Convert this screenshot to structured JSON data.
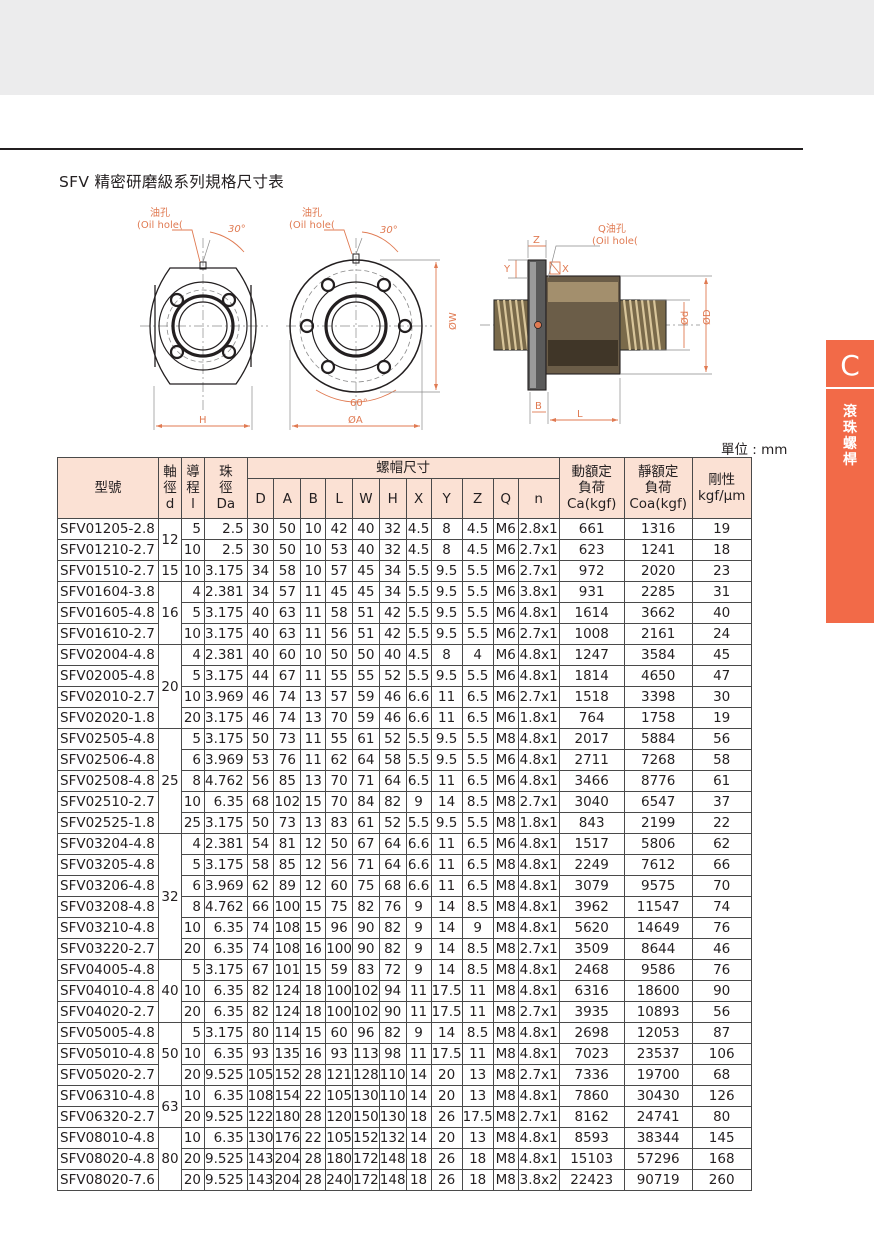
{
  "page": {
    "title": "SFV 精密研磨級系列規格尺寸表",
    "unit_label": "單位 : mm",
    "side_tab": {
      "letter": "C",
      "label_chars": [
        "滾",
        "珠",
        "螺",
        "桿"
      ]
    }
  },
  "drawing": {
    "left_view": {
      "oil_hole_label_cn": "油孔",
      "oil_hole_label_en": "(Oil hole(",
      "angle": "30°",
      "dim_h": "H"
    },
    "mid_view": {
      "oil_hole_label_cn": "油孔",
      "oil_hole_label_en": "(Oil hole(",
      "angle_top": "30°",
      "angle_bottom": "60°",
      "dim_a": "ØA",
      "dim_w": "ØW"
    },
    "side_view": {
      "q_label": "Q油孔",
      "oil_hole_label_en": "(Oil hole(",
      "dim_z": "Z",
      "dim_y": "Y",
      "dim_x": "X",
      "dim_b": "B",
      "dim_l": "L",
      "dim_d_small": "Ød",
      "dim_d_big": "ØD"
    }
  },
  "table": {
    "headers": {
      "model": "型號",
      "shaft": [
        "軸",
        "徑",
        "d"
      ],
      "lead": [
        "導",
        "程",
        "l"
      ],
      "ball": [
        "珠",
        "徑",
        "Da"
      ],
      "nut_dims": "螺帽尺寸",
      "dyn": [
        "動額定",
        "負荷",
        "Ca(kgf)"
      ],
      "stat": [
        "靜額定",
        "負荷",
        "Coa(kgf)"
      ],
      "rigid": [
        "剛性",
        "kgf/μm"
      ],
      "sub": [
        "D",
        "A",
        "B",
        "L",
        "W",
        "H",
        "X",
        "Y",
        "Z",
        "Q",
        "n"
      ]
    },
    "groups": [
      {
        "d": "12",
        "rows": [
          [
            "SFV01205-2.8",
            "5",
            "2.5",
            "30",
            "50",
            "10",
            "42",
            "40",
            "32",
            "4.5",
            "8",
            "4.5",
            "M6",
            "2.8x1",
            "661",
            "1316",
            "19"
          ],
          [
            "SFV01210-2.7",
            "10",
            "2.5",
            "30",
            "50",
            "10",
            "53",
            "40",
            "32",
            "4.5",
            "8",
            "4.5",
            "M6",
            "2.7x1",
            "623",
            "1241",
            "18"
          ]
        ]
      },
      {
        "d": "15",
        "rows": [
          [
            "SFV01510-2.7",
            "10",
            "3.175",
            "34",
            "58",
            "10",
            "57",
            "45",
            "34",
            "5.5",
            "9.5",
            "5.5",
            "M6",
            "2.7x1",
            "972",
            "2020",
            "23"
          ]
        ]
      },
      {
        "d": "16",
        "rows": [
          [
            "SFV01604-3.8",
            "4",
            "2.381",
            "34",
            "57",
            "11",
            "45",
            "45",
            "34",
            "5.5",
            "9.5",
            "5.5",
            "M6",
            "3.8x1",
            "931",
            "2285",
            "31"
          ],
          [
            "SFV01605-4.8",
            "5",
            "3.175",
            "40",
            "63",
            "11",
            "58",
            "51",
            "42",
            "5.5",
            "9.5",
            "5.5",
            "M6",
            "4.8x1",
            "1614",
            "3662",
            "40"
          ],
          [
            "SFV01610-2.7",
            "10",
            "3.175",
            "40",
            "63",
            "11",
            "56",
            "51",
            "42",
            "5.5",
            "9.5",
            "5.5",
            "M6",
            "2.7x1",
            "1008",
            "2161",
            "24"
          ]
        ]
      },
      {
        "d": "20",
        "rows": [
          [
            "SFV02004-4.8",
            "4",
            "2.381",
            "40",
            "60",
            "10",
            "50",
            "50",
            "40",
            "4.5",
            "8",
            "4",
            "M6",
            "4.8x1",
            "1247",
            "3584",
            "45"
          ],
          [
            "SFV02005-4.8",
            "5",
            "3.175",
            "44",
            "67",
            "11",
            "55",
            "55",
            "52",
            "5.5",
            "9.5",
            "5.5",
            "M6",
            "4.8x1",
            "1814",
            "4650",
            "47"
          ],
          [
            "SFV02010-2.7",
            "10",
            "3.969",
            "46",
            "74",
            "13",
            "57",
            "59",
            "46",
            "6.6",
            "11",
            "6.5",
            "M6",
            "2.7x1",
            "1518",
            "3398",
            "30"
          ],
          [
            "SFV02020-1.8",
            "20",
            "3.175",
            "46",
            "74",
            "13",
            "70",
            "59",
            "46",
            "6.6",
            "11",
            "6.5",
            "M6",
            "1.8x1",
            "764",
            "1758",
            "19"
          ]
        ]
      },
      {
        "d": "25",
        "rows": [
          [
            "SFV02505-4.8",
            "5",
            "3.175",
            "50",
            "73",
            "11",
            "55",
            "61",
            "52",
            "5.5",
            "9.5",
            "5.5",
            "M8",
            "4.8x1",
            "2017",
            "5884",
            "56"
          ],
          [
            "SFV02506-4.8",
            "6",
            "3.969",
            "53",
            "76",
            "11",
            "62",
            "64",
            "58",
            "5.5",
            "9.5",
            "5.5",
            "M6",
            "4.8x1",
            "2711",
            "7268",
            "58"
          ],
          [
            "SFV02508-4.8",
            "8",
            "4.762",
            "56",
            "85",
            "13",
            "70",
            "71",
            "64",
            "6.5",
            "11",
            "6.5",
            "M6",
            "4.8x1",
            "3466",
            "8776",
            "61"
          ],
          [
            "SFV02510-2.7",
            "10",
            "6.35",
            "68",
            "102",
            "15",
            "70",
            "84",
            "82",
            "9",
            "14",
            "8.5",
            "M8",
            "2.7x1",
            "3040",
            "6547",
            "37"
          ],
          [
            "SFV02525-1.8",
            "25",
            "3.175",
            "50",
            "73",
            "13",
            "83",
            "61",
            "52",
            "5.5",
            "9.5",
            "5.5",
            "M8",
            "1.8x1",
            "843",
            "2199",
            "22"
          ]
        ]
      },
      {
        "d": "32",
        "rows": [
          [
            "SFV03204-4.8",
            "4",
            "2.381",
            "54",
            "81",
            "12",
            "50",
            "67",
            "64",
            "6.6",
            "11",
            "6.5",
            "M6",
            "4.8x1",
            "1517",
            "5806",
            "62"
          ],
          [
            "SFV03205-4.8",
            "5",
            "3.175",
            "58",
            "85",
            "12",
            "56",
            "71",
            "64",
            "6.6",
            "11",
            "6.5",
            "M8",
            "4.8x1",
            "2249",
            "7612",
            "66"
          ],
          [
            "SFV03206-4.8",
            "6",
            "3.969",
            "62",
            "89",
            "12",
            "60",
            "75",
            "68",
            "6.6",
            "11",
            "6.5",
            "M8",
            "4.8x1",
            "3079",
            "9575",
            "70"
          ],
          [
            "SFV03208-4.8",
            "8",
            "4.762",
            "66",
            "100",
            "15",
            "75",
            "82",
            "76",
            "9",
            "14",
            "8.5",
            "M8",
            "4.8x1",
            "3962",
            "11547",
            "74"
          ],
          [
            "SFV03210-4.8",
            "10",
            "6.35",
            "74",
            "108",
            "15",
            "96",
            "90",
            "82",
            "9",
            "14",
            "9",
            "M8",
            "4.8x1",
            "5620",
            "14649",
            "76"
          ],
          [
            "SFV03220-2.7",
            "20",
            "6.35",
            "74",
            "108",
            "16",
            "100",
            "90",
            "82",
            "9",
            "14",
            "8.5",
            "M8",
            "2.7x1",
            "3509",
            "8644",
            "46"
          ]
        ]
      },
      {
        "d": "40",
        "rows": [
          [
            "SFV04005-4.8",
            "5",
            "3.175",
            "67",
            "101",
            "15",
            "59",
            "83",
            "72",
            "9",
            "14",
            "8.5",
            "M8",
            "4.8x1",
            "2468",
            "9586",
            "76"
          ],
          [
            "SFV04010-4.8",
            "10",
            "6.35",
            "82",
            "124",
            "18",
            "100",
            "102",
            "94",
            "11",
            "17.5",
            "11",
            "M8",
            "4.8x1",
            "6316",
            "18600",
            "90"
          ],
          [
            "SFV04020-2.7",
            "20",
            "6.35",
            "82",
            "124",
            "18",
            "100",
            "102",
            "90",
            "11",
            "17.5",
            "11",
            "M8",
            "2.7x1",
            "3935",
            "10893",
            "56"
          ]
        ]
      },
      {
        "d": "50",
        "rows": [
          [
            "SFV05005-4.8",
            "5",
            "3.175",
            "80",
            "114",
            "15",
            "60",
            "96",
            "82",
            "9",
            "14",
            "8.5",
            "M8",
            "4.8x1",
            "2698",
            "12053",
            "87"
          ],
          [
            "SFV05010-4.8",
            "10",
            "6.35",
            "93",
            "135",
            "16",
            "93",
            "113",
            "98",
            "11",
            "17.5",
            "11",
            "M8",
            "4.8x1",
            "7023",
            "23537",
            "106"
          ],
          [
            "SFV05020-2.7",
            "20",
            "9.525",
            "105",
            "152",
            "28",
            "121",
            "128",
            "110",
            "14",
            "20",
            "13",
            "M8",
            "2.7x1",
            "7336",
            "19700",
            "68"
          ]
        ]
      },
      {
        "d": "63",
        "rows": [
          [
            "SFV06310-4.8",
            "10",
            "6.35",
            "108",
            "154",
            "22",
            "105",
            "130",
            "110",
            "14",
            "20",
            "13",
            "M8",
            "4.8x1",
            "7860",
            "30430",
            "126"
          ],
          [
            "SFV06320-2.7",
            "20",
            "9.525",
            "122",
            "180",
            "28",
            "120",
            "150",
            "130",
            "18",
            "26",
            "17.5",
            "M8",
            "2.7x1",
            "8162",
            "24741",
            "80"
          ]
        ]
      },
      {
        "d": "80",
        "rows": [
          [
            "SFV08010-4.8",
            "10",
            "6.35",
            "130",
            "176",
            "22",
            "105",
            "152",
            "132",
            "14",
            "20",
            "13",
            "M8",
            "4.8x1",
            "8593",
            "38344",
            "145"
          ],
          [
            "SFV08020-4.8",
            "20",
            "9.525",
            "143",
            "204",
            "28",
            "180",
            "172",
            "148",
            "18",
            "26",
            "18",
            "M8",
            "4.8x1",
            "15103",
            "57296",
            "168"
          ],
          [
            "SFV08020-7.6",
            "20",
            "9.525",
            "143",
            "204",
            "28",
            "240",
            "172",
            "148",
            "18",
            "26",
            "18",
            "M8",
            "3.8x2",
            "22423",
            "90719",
            "260"
          ]
        ]
      }
    ]
  }
}
